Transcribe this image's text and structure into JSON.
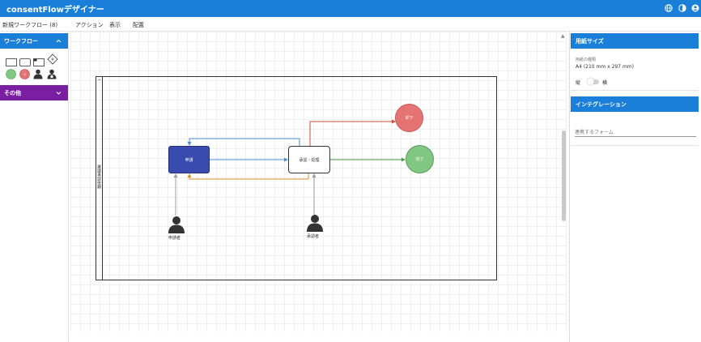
{
  "app": {
    "title": "consentFlowデザイナー",
    "header_icons": [
      "globe-icon",
      "contrast-icon",
      "account-icon"
    ],
    "accent_color": "#1a7fd8"
  },
  "menubar": {
    "workflow_name": "新規ワークフロー (8)",
    "items": [
      "アクション",
      "表示",
      "配置"
    ]
  },
  "left_panel": {
    "sections": [
      {
        "label": "ワークフロー",
        "color": "#1a7fd8"
      },
      {
        "label": "その他",
        "color": "#7a1fa2"
      }
    ],
    "palette": [
      "task-shape",
      "subprocess-shape",
      "annotation-shape",
      "gateway-shape",
      "end-ok-shape",
      "end-ng-shape",
      "actor-shape",
      "actor-alt-shape"
    ]
  },
  "canvas": {
    "lane_label": "稟議承認依頼",
    "nodes": {
      "apply": "申請",
      "confirm": "承認・処理",
      "reject": "却下",
      "complete": "完了",
      "applicant": "申請者",
      "approver": "承認者"
    },
    "colors": {
      "apply_fill": "#3a4bb0",
      "reject_fill": "#e57373",
      "complete_fill": "#81c784",
      "edge_blue": "#4a8fd8",
      "edge_red": "#c84b3a",
      "edge_green": "#4a9a4a",
      "edge_orange": "#d8902a",
      "edge_grey": "#9e9e9e"
    }
  },
  "right_panel": {
    "paper": {
      "header": "用紙サイズ",
      "kind_label": "用紙の種類",
      "kind_value": "A4 (210 mm x 297 mm)",
      "portrait": "縦",
      "landscape": "横"
    },
    "integration": {
      "header": "インテグレーション",
      "field_label": "連携するフォーム"
    }
  }
}
